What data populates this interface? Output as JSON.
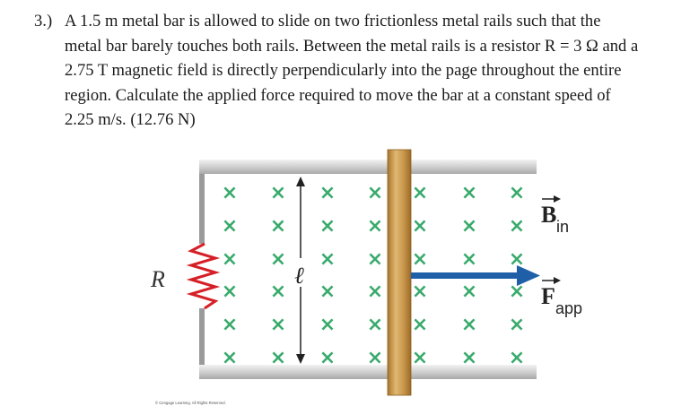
{
  "problem": {
    "number": "3.)",
    "lines": [
      "A 1.5 m metal bar is allowed to slide on two frictionless metal rails such that the",
      "metal bar barely touches both rails. Between the metal rails is a resistor R = 3 Ω and a",
      "2.75 T magnetic field is directly perpendicularly into the page throughout the entire",
      "region. Calculate the applied force required to move the bar at a constant speed of",
      "2.25 m/s. (12.76 N)"
    ]
  },
  "figure": {
    "resistor_label": "R",
    "length_label": "ℓ",
    "field_symbol": "B",
    "field_subscript": "in",
    "force_symbol": "F",
    "force_subscript": "app",
    "cross_glyph": "×",
    "credit": "© Cengage Learning. All Rights Reserved.",
    "colors": {
      "rail": "#d3d3d3",
      "cross": "#3aaa6d",
      "bar": "#c89a4a",
      "arrow": "#1f5fa8",
      "resistor": "#d61f26"
    }
  }
}
